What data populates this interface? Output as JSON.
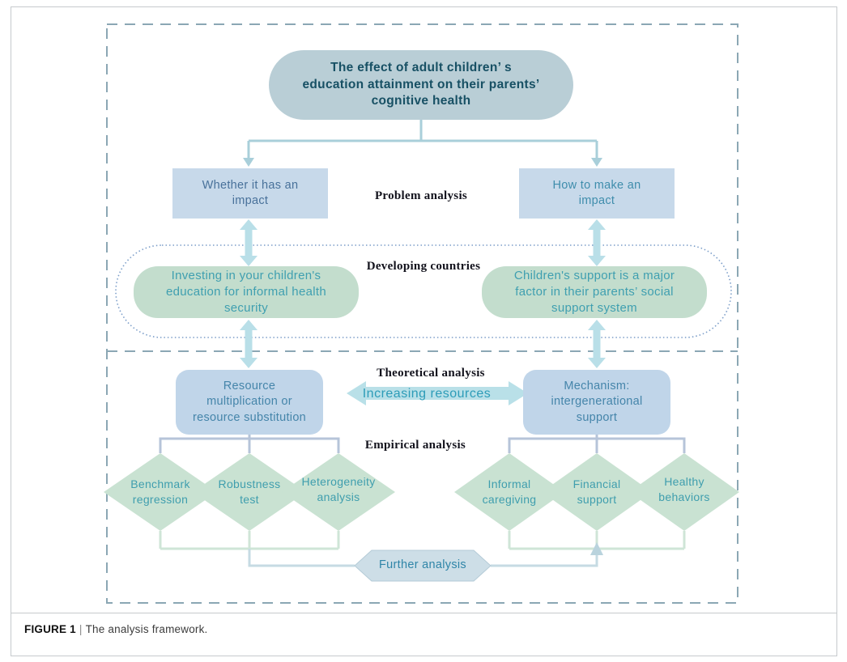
{
  "figure_caption": {
    "label": "FIGURE 1",
    "separator": "|",
    "text": "The analysis framework."
  },
  "nodes": {
    "root": "The effect of adult children’ s\neducation attainment on their parents’\ncognitive health",
    "whether": "Whether it has an\nimpact",
    "how": "How to make an\nimpact",
    "invest": "Investing in your children's\neducation for informal health\nsecurity",
    "support": "Children's support is a major\nfactor in their parents’ social\nsupport system",
    "resource": "Resource\nmultiplication or\nresource substitution",
    "mechanism": "Mechanism:\nintergenerational\nsupport",
    "benchmark": "Benchmark\nregression",
    "robustness": "Robustness\ntest",
    "heterogeneity": "Heterogeneity\nanalysis",
    "informal": "Informal\ncaregiving",
    "financial": "Financial\nsupport",
    "healthy": "Healthy\nbehaviors",
    "further": "Further analysis"
  },
  "stage_labels": {
    "problem": "Problem analysis",
    "developing": "Developing countries",
    "theoretical": "Theoretical analysis",
    "increasing": "Increasing resources",
    "empirical": "Empirical analysis"
  },
  "colors": {
    "pill_fill": "#b9ced6",
    "pill_text": "#175064",
    "rect_fill": "#c7d9ea",
    "green_fill": "#c3ddcd",
    "round_fill": "#c0d5e9",
    "diamond_fill": "#c9e2d2",
    "hexagon_fill": "#cddee7",
    "thick_arrow": "#b9dfe8",
    "thin_connector": "#a9cfda",
    "top_bracket": "#b6c4d9",
    "bottom_bracket": "#cfe5d7",
    "dashed_border": "#8ba7b4",
    "dotted_border": "#7c9ec9",
    "teal_text": "#3f9eae"
  }
}
